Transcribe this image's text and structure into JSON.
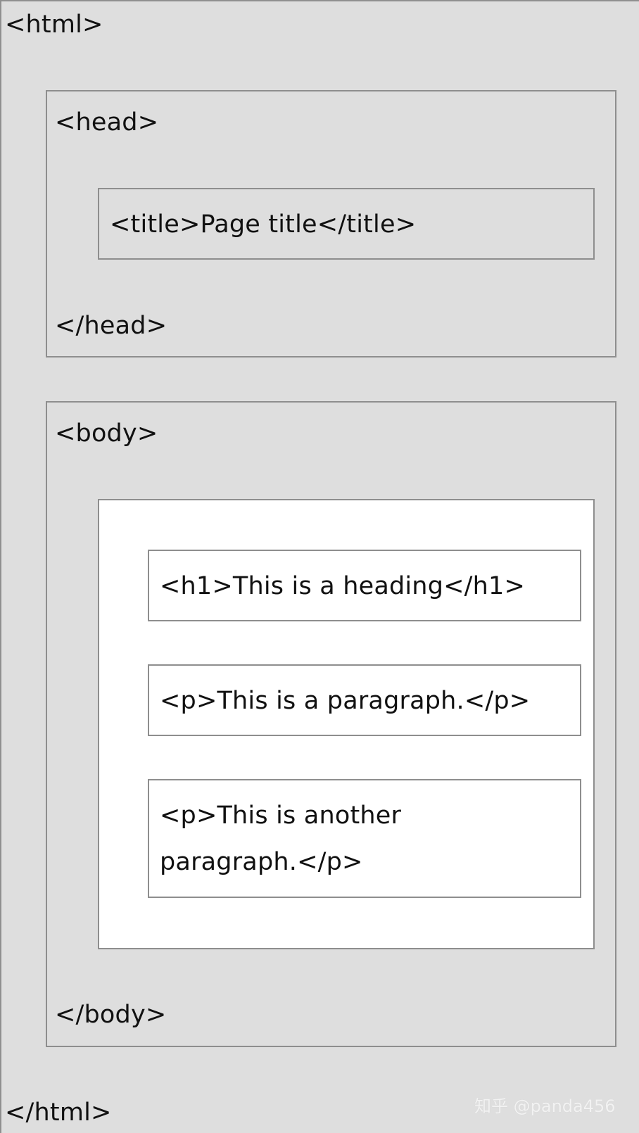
{
  "diagram": {
    "html_open": "<html>",
    "html_close": "</html>",
    "head": {
      "open": "<head>",
      "title_element": "<title>Page title</title>",
      "close": "</head>"
    },
    "body": {
      "open": "<body>",
      "h1_element": "<h1>This is a heading</h1>",
      "p1_element": "<p>This is a paragraph.</p>",
      "p2_element_line1": "<p>This is another",
      "p2_element_line2": "paragraph.</p>",
      "close": "</body>"
    },
    "watermark": "知乎 @panda456"
  }
}
